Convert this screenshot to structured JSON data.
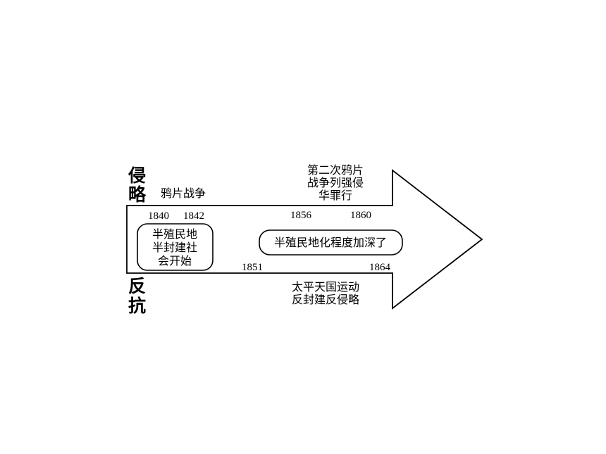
{
  "side_labels": {
    "top": [
      "侵",
      "略"
    ],
    "bottom": [
      "反",
      "抗"
    ]
  },
  "events_above": {
    "opium_war": "鸦片战争",
    "second_opium_war": [
      "第二次鸦片",
      "战争列强侵",
      "华罪行"
    ]
  },
  "events_below": {
    "taiping": [
      "太平天国运动",
      "反封建反侵略"
    ]
  },
  "years": {
    "y1840": "1840",
    "y1842": "1842",
    "y1856": "1856",
    "y1860": "1860",
    "y1851": "1851",
    "y1864": "1864"
  },
  "boxes": {
    "left": [
      "半殖民地",
      "半封建社",
      "会开始"
    ],
    "right": "半殖民地化程度加深了"
  }
}
